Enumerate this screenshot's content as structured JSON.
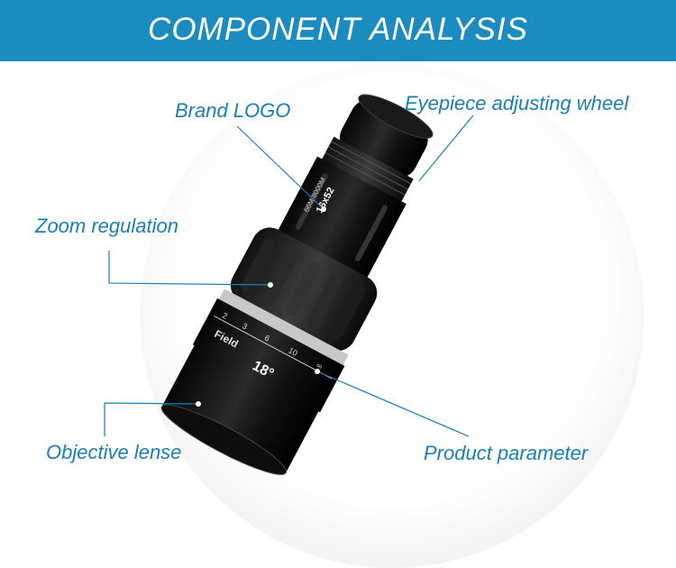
{
  "header": {
    "title": "COMPONENT ANALYSIS"
  },
  "labels": {
    "brand_logo": "Brand LOGO",
    "eyepiece": "Eyepiece adjusting wheel",
    "zoom": "Zoom regulation",
    "objective": "Objective lense",
    "parameter": "Product parameter"
  },
  "product": {
    "model": "16x52",
    "spec": "66M/8000M",
    "field_label": "Field",
    "field_value": "18°",
    "scale_marks": [
      "2",
      "3",
      "6",
      "10",
      "∞"
    ]
  },
  "colors": {
    "header": "#1a8cbf",
    "label": "#1a7fb8",
    "leader_line": "#1a7fb8"
  }
}
